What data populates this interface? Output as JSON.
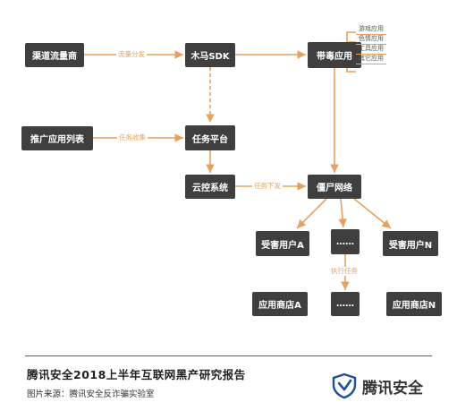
{
  "nodes": {
    "channel": "渠道流量商",
    "trojan_sdk": "木马SDK",
    "infected_app": "带毒应用",
    "promo_list": "推广应用列表",
    "task_platform": "任务平台",
    "cloud_control": "云控系统",
    "zombie_network": "僵尸网络",
    "victim_a": "受害用户A",
    "victim_mid": "……",
    "victim_n": "受害用户N",
    "store_a": "应用商店A",
    "store_mid": "……",
    "store_n": "应用商店N"
  },
  "edge_labels": {
    "traffic_distribution": "流量分发",
    "task_collection": "任务收集",
    "task_dispatch": "任务下发",
    "execute_task": "执行任务"
  },
  "categories": [
    "游戏应用",
    "色情应用",
    "工具应用",
    "其它应用"
  ],
  "footer": {
    "title": "腾讯安全2018上半年互联网黑产研究报告",
    "source": "图片来源：腾讯安全反诈骗实验室",
    "logo_text": "腾讯安全"
  },
  "colors": {
    "node_bg": "#3f3f3f",
    "edge": "#e8a15c",
    "accent_blue": "#1f4e9c"
  }
}
